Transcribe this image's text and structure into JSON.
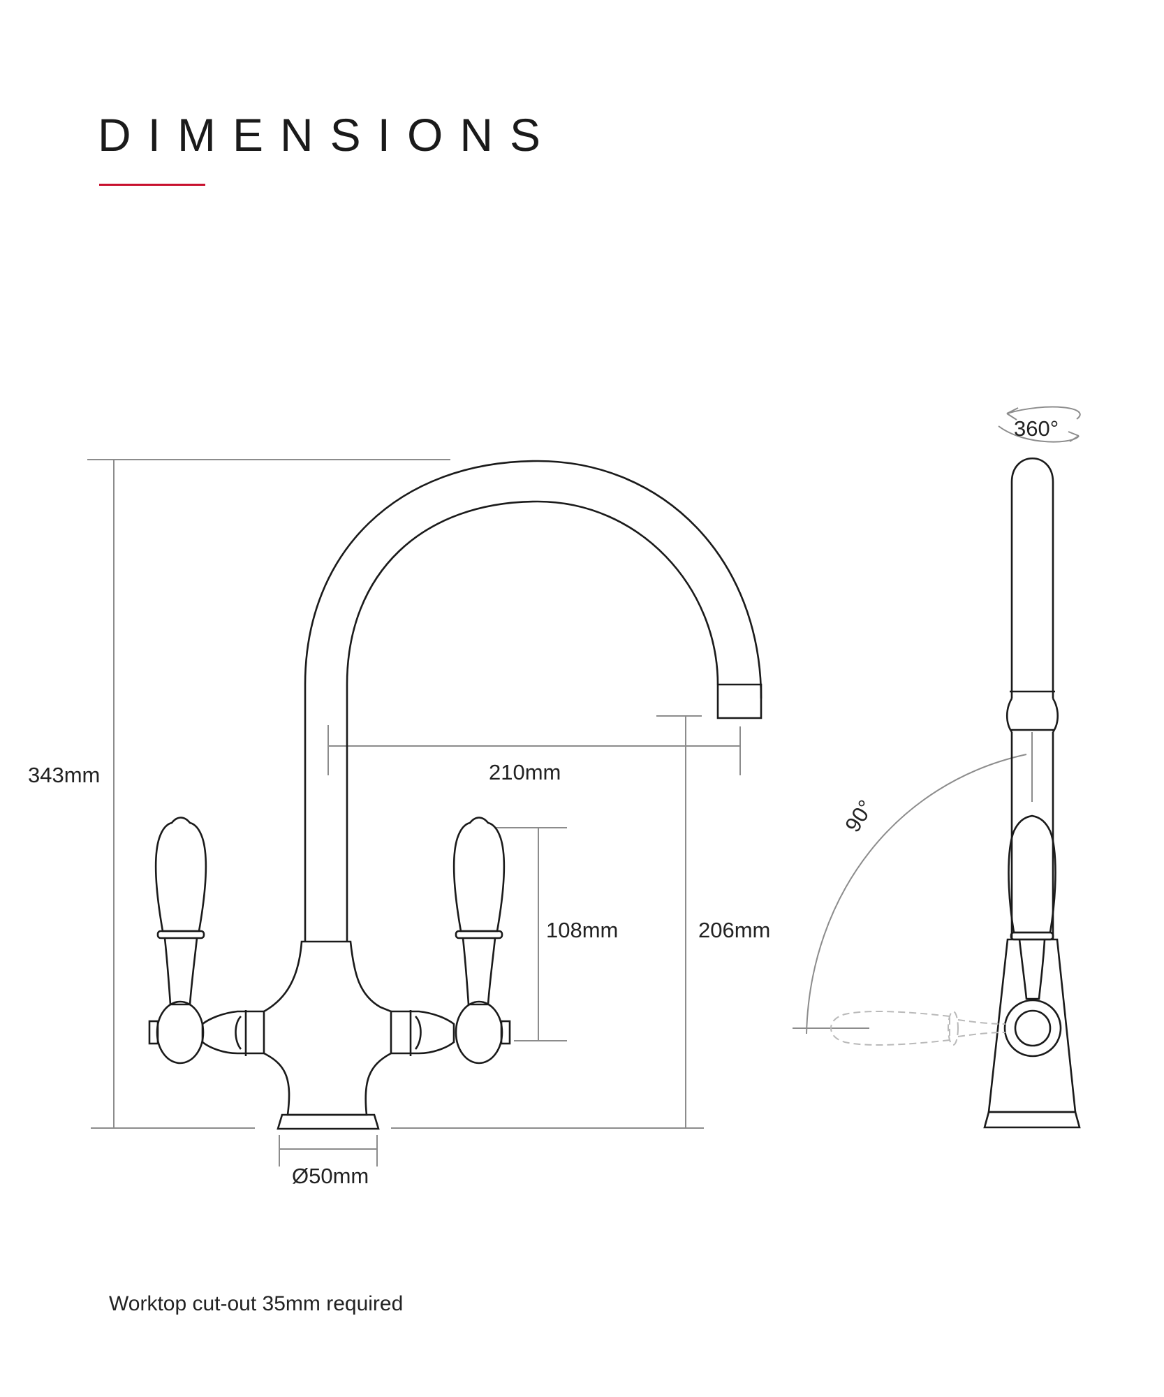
{
  "header": {
    "title": "DIMENSIONS",
    "accent_color": "#c8102e"
  },
  "dimensions": {
    "total_height": "343mm",
    "spout_reach": "210mm",
    "handle_height": "108mm",
    "spout_clearance": "206mm",
    "base_diameter": "Ø50mm",
    "swivel_rotation": "360°",
    "lever_rotation": "90°"
  },
  "footer": {
    "note": "Worktop cut-out 35mm required"
  }
}
